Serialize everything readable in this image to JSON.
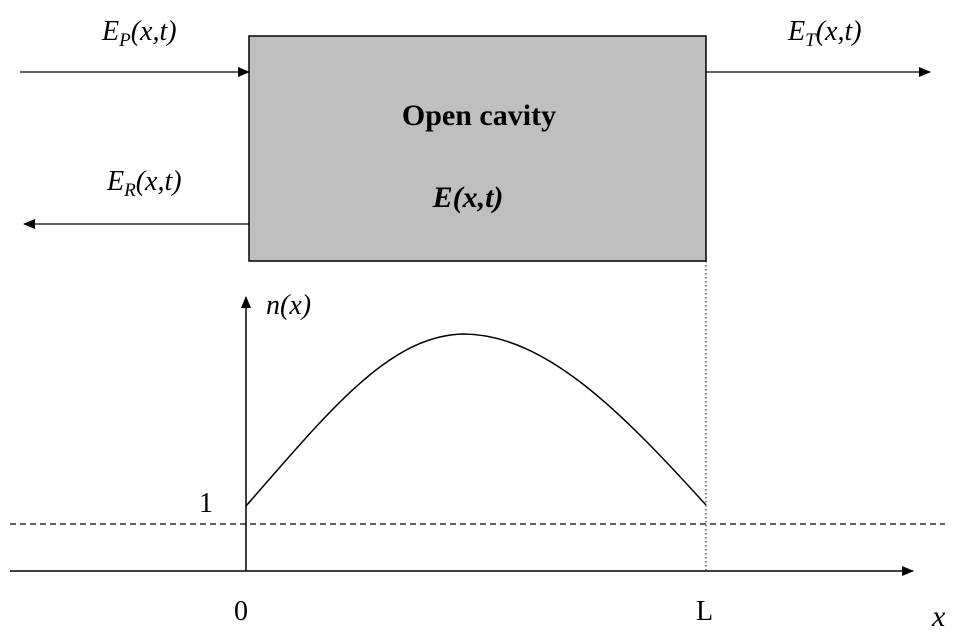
{
  "labels": {
    "incident_field": {
      "main": "E",
      "sub": "P",
      "rest": "(x,t)"
    },
    "transmitted_field": {
      "main": "E",
      "sub": "T",
      "rest": "(x,t)"
    },
    "reflected_field": {
      "main": "E",
      "sub": "R",
      "rest": "(x,t)"
    },
    "cavity_title": "Open cavity",
    "cavity_field": "E(x,t)",
    "y_axis": "n(x)",
    "one_tick": "1",
    "origin_tick": "0",
    "length_tick": "L",
    "x_axis": "x"
  },
  "colors": {
    "cavity_fill": "#bfbfbf",
    "stroke": "#000000"
  }
}
